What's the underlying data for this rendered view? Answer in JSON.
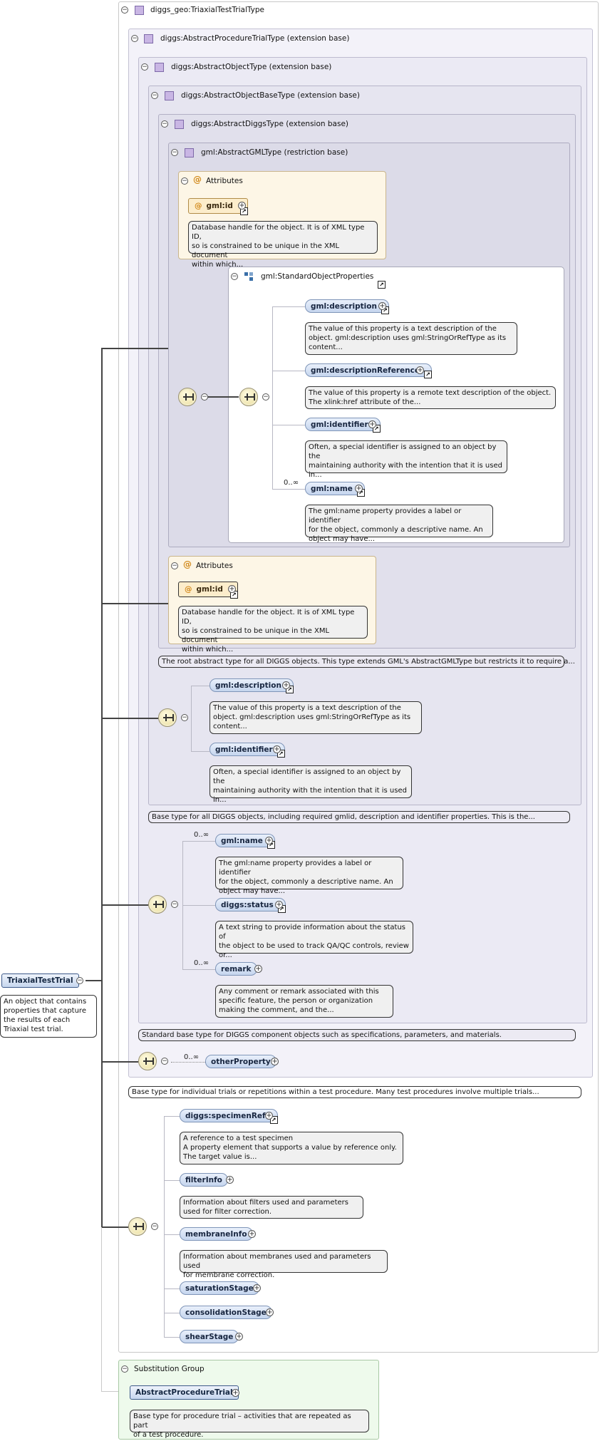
{
  "root_type": "diggs_geo:TriaxialTestTrialType",
  "panels": {
    "procedure_trial": "diggs:AbstractProcedureTrialType (extension base)",
    "object": "diggs:AbstractObjectType (extension base)",
    "object_base": "diggs:AbstractObjectBaseType (extension base)",
    "diggs_type": "diggs:AbstractDiggsType (extension base)",
    "gml_type": "gml:AbstractGMLType (restriction base)",
    "attributes": "Attributes",
    "std_props": "gml:StandardObjectProperties",
    "substitution": "Substitution Group"
  },
  "gml_attributes": {
    "id_label": "gml:id",
    "id_doc": "Database handle for the object. It is of XML type ID,\nso is constrained to be unique in the XML document\nwithin which..."
  },
  "std_props_elements": [
    {
      "label": "gml:description",
      "doc": "The value of this property is a text description of the\nobject. gml:description uses gml:StringOrRefType as its\ncontent..."
    },
    {
      "label": "gml:descriptionReference",
      "doc": "The value of this property is a remote text description of the object.\nThe xlink:href attribute of the..."
    },
    {
      "label": "gml:identifier",
      "doc": "Often, a special identifier is assigned to an object by the\nmaintaining authority with the intention that it is used\nin..."
    },
    {
      "label": "gml:name",
      "cardinality": "0..∞",
      "doc": "The gml:name property provides a label or identifier\nfor the object, commonly a descriptive name. An\nobject may have..."
    }
  ],
  "diggs_attributes": {
    "id_label": "gml:id",
    "id_doc": "Database handle for the object. It is of XML type ID,\nso is constrained to be unique in the XML document\nwithin which..."
  },
  "diggs_type_doc": "The root abstract type for all DIGGS objects. This type extends GML's AbstractGMLType but restricts it to require a...",
  "object_base_elements": [
    {
      "label": "gml:description",
      "doc": "The value of this property is a text description of the\nobject. gml:description uses gml:StringOrRefType as its\ncontent..."
    },
    {
      "label": "gml:identifier",
      "doc": "Often, a special identifier is assigned to an object by the\nmaintaining authority with the intention that it is used\nin..."
    }
  ],
  "object_base_doc": "Base type for all DIGGS objects, including required gmlid, description and identifier properties. This is the...",
  "object_elements": [
    {
      "label": "gml:name",
      "cardinality": "0..∞",
      "doc": "The gml:name property provides a label or identifier\nfor the object, commonly a descriptive name. An\nobject may have..."
    },
    {
      "label": "diggs:status",
      "doc": "A text string to provide information about the status of\nthe object to be used to track QA/QC controls, review\nor..."
    },
    {
      "label": "remark",
      "cardinality": "0..∞",
      "doc": "Any comment or remark associated with this\nspecific feature, the person or organization\nmaking the comment, and the..."
    }
  ],
  "object_doc": "Standard base type for DIGGS component objects such as specifications, parameters, and materials.",
  "procedure_elements": [
    {
      "label": "otherProperty",
      "cardinality": "0..∞"
    }
  ],
  "procedure_doc": "Base type for individual trials or repetitions within a test procedure. Many test procedures involve multiple trials...",
  "triaxial_elements": [
    {
      "label": "diggs:specimenRef",
      "doc": "A reference to a test specimen\nA property element that supports a value by reference only.\nThe target value is..."
    },
    {
      "label": "filterInfo",
      "doc": "Information about filters used and parameters\nused for filter correction."
    },
    {
      "label": "membraneInfo",
      "doc": "Information about membranes used and parameters used\nfor membrane correction."
    },
    {
      "label": "saturationStage"
    },
    {
      "label": "consolidationStage"
    },
    {
      "label": "shearStage"
    }
  ],
  "root_element": {
    "label": "TriaxialTestTrial",
    "doc": "An object that contains\nproperties that capture\nthe results of each\nTriaxial test trial."
  },
  "substitution_group": {
    "label": "AbstractProcedureTrial",
    "doc": "Base type for procedure trial – activities that are repeated as part\nof a test procedure."
  },
  "icons": {
    "collapse": "collapse-toggle-icon",
    "expand": "expand-plus-icon",
    "type": "complex-type-icon",
    "attribute": "attribute-at-icon",
    "reference": "reference-arrow-icon",
    "sequence": "sequence-compositor-icon",
    "group": "group-icon"
  },
  "colors": {
    "element_fill": "#c5d5ee",
    "attribute_fill": "#fcedcb",
    "sequence_fill": "#e9dc9a",
    "type_icon": "#c9b6e4",
    "substitution_bg": "#eefaec"
  }
}
